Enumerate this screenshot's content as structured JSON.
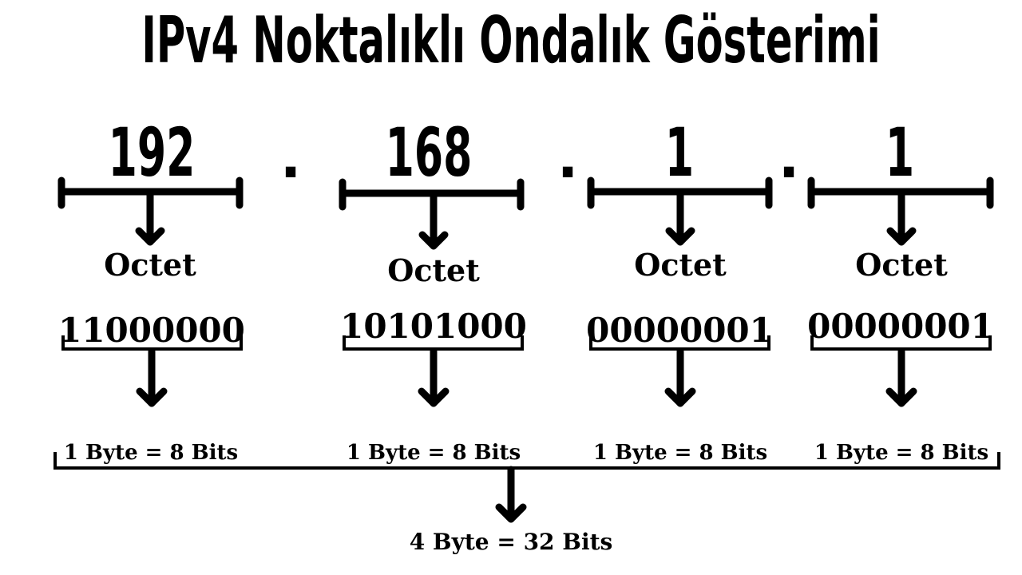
{
  "title": "IPv4 Noktalıklı Ondalık Gösterimi",
  "separator": ".",
  "octets": [
    {
      "decimal": "192",
      "label": "Octet",
      "binary": "11000000",
      "bytes": "1 Byte = 8 Bits"
    },
    {
      "decimal": "168",
      "label": "Octet",
      "binary": "10101000",
      "bytes": "1 Byte = 8 Bits"
    },
    {
      "decimal": "1",
      "label": "Octet",
      "binary": "00000001",
      "bytes": "1 Byte = 8 Bits"
    },
    {
      "decimal": "1",
      "label": "Octet",
      "binary": "00000001",
      "bytes": "1 Byte = 8 Bits"
    }
  ],
  "total": "4 Byte = 32 Bits",
  "colors": {
    "ink": "#000000",
    "background": "#ffffff"
  }
}
